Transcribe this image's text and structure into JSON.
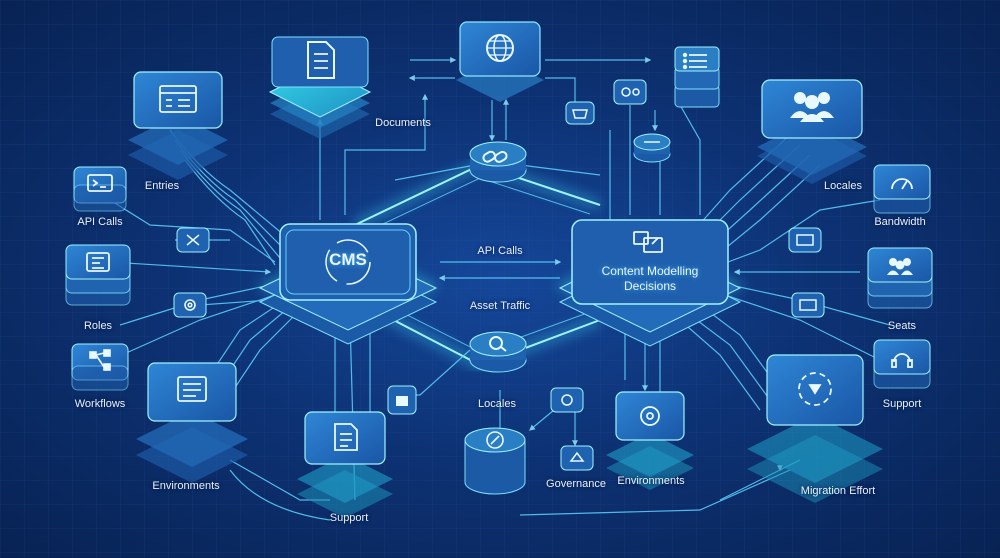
{
  "hubs": {
    "cms": "CMS",
    "content_modelling": "Content Modelling Decisions"
  },
  "flows": {
    "api_calls": "API Calls",
    "asset_traffic": "Asset Traffic"
  },
  "labels": {
    "documents": "Documents",
    "entries": "Entries",
    "api_calls": "API Calls",
    "roles": "Roles",
    "workflows": "Workflows",
    "environments_left": "Environments",
    "support_bottom": "Support",
    "locales_center": "Locales",
    "governance": "Governance",
    "environments_center": "Environments",
    "locales_right": "Locales",
    "bandwidth": "Bandwidth",
    "seats": "Seats",
    "support_right": "Support",
    "migration_effort": "Migration Effort"
  },
  "icons": {
    "documents": "document-icon",
    "globe": "globe-icon",
    "server": "server-list-icon",
    "users": "users-icon",
    "entries": "entries-window-icon",
    "terminal": "terminal-icon",
    "link": "link-icon",
    "roles": "roles-icon",
    "workflows": "workflow-icon",
    "environments": "environments-icon",
    "support": "support-doc-icon",
    "search": "search-icon",
    "governance": "governance-icon",
    "gauge": "gauge-icon",
    "seats": "seats-users-icon",
    "headset": "headset-icon",
    "migration": "migration-icon"
  },
  "colors": {
    "background": "#0d3274",
    "line": "#5fd3ff",
    "glow": "#3ee6ff",
    "tile": "#1e5fae"
  }
}
